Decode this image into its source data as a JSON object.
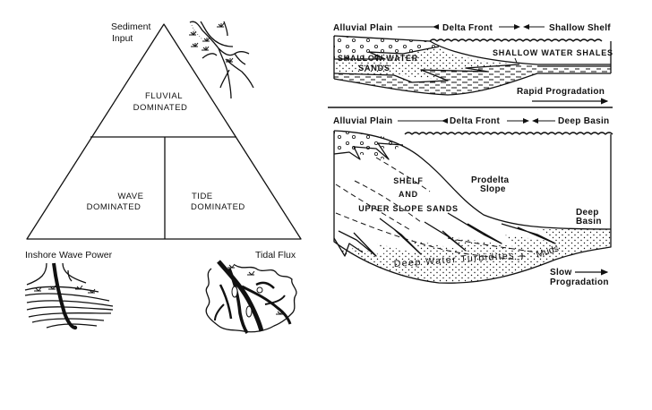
{
  "triangle": {
    "apex_label_line1": "Sediment",
    "apex_label_line2": "Input",
    "top_region_line1": "FLUVIAL",
    "top_region_line2": "DOMINATED",
    "left_region_line1": "WAVE",
    "left_region_line2": "DOMINATED",
    "right_region_line1": "TIDE",
    "right_region_line2": "DOMINATED",
    "left_corner_label": "Inshore Wave Power",
    "right_corner_label": "Tidal Flux"
  },
  "top_section": {
    "header_left": "Alluvial Plain",
    "header_mid": "Delta Front",
    "header_right": "Shallow Shelf",
    "sands_line1": "SHALLOW WATER",
    "sands_line2": "SANDS",
    "shales_label": "SHALLOW WATER SHALES",
    "progradation_label": "Rapid Progradation"
  },
  "bottom_section": {
    "header_left": "Alluvial Plain",
    "header_mid": "Delta Front",
    "header_right": "Deep Basin",
    "shelf_line1": "SHELF",
    "shelf_line2": "AND",
    "shelf_line3": "UPPER SLOPE SANDS",
    "prodelta_line1": "Prodelta",
    "prodelta_line2": "Slope",
    "basin_line1": "Deep",
    "basin_line2": "Basin",
    "turbidites_label": "Deep Water Turbidites",
    "muds_label": "Muds",
    "progradation_line1": "Slow",
    "progradation_line2": "Progradation"
  }
}
